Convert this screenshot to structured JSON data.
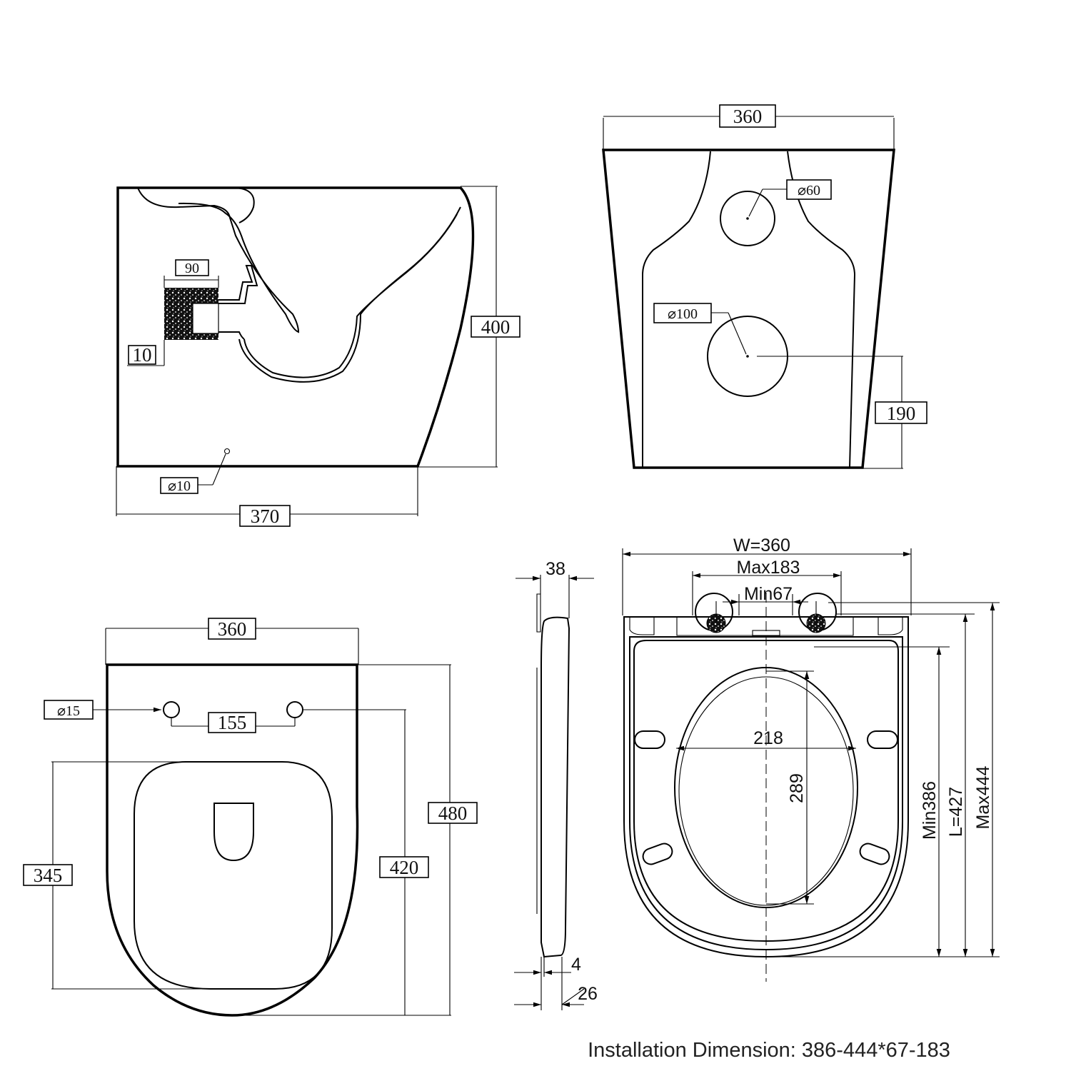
{
  "side_view": {
    "width": "370",
    "height": "400",
    "pipe_width": "90",
    "wall_gap": "10",
    "hole": "⌀10"
  },
  "back_view": {
    "width": "360",
    "inlet_diameter": "⌀60",
    "outlet_diameter": "⌀100",
    "outlet_height": "190"
  },
  "top_view": {
    "width": "360",
    "hole_diameter": "⌀15",
    "hole_spacing": "155",
    "depth": "480",
    "hole_to_front": "420",
    "bowl_length": "345"
  },
  "seat_side": {
    "thickness": "38",
    "gap": "4",
    "base": "26"
  },
  "seat_top": {
    "width": "W=360",
    "max_spacing": "Max183",
    "min_spacing": "Min67",
    "opening_width": "218",
    "opening_length": "289",
    "min_length": "Min386",
    "length": "L=427",
    "max_length": "Max444"
  },
  "caption": "Installation Dimension: 386-444*67-183"
}
